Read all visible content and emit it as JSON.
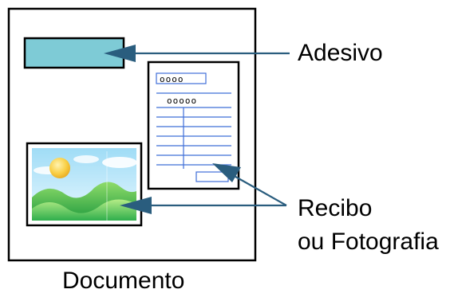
{
  "labels": {
    "adesivo": "Adesivo",
    "recibo": "Recibo",
    "ou_fotografia": "ou Fotografia",
    "documento": "Documento"
  },
  "receipt": {
    "code_short": "oooo",
    "code_long": "ooooo"
  },
  "colors": {
    "outline": "#000000",
    "sticker_fill": "#7ecbd6",
    "arrow": "#2a5d7e",
    "receipt_lines": "#3f6fd8",
    "sky": "#c7ecfb",
    "sun": "#f7c340",
    "hills": "#33b552"
  }
}
